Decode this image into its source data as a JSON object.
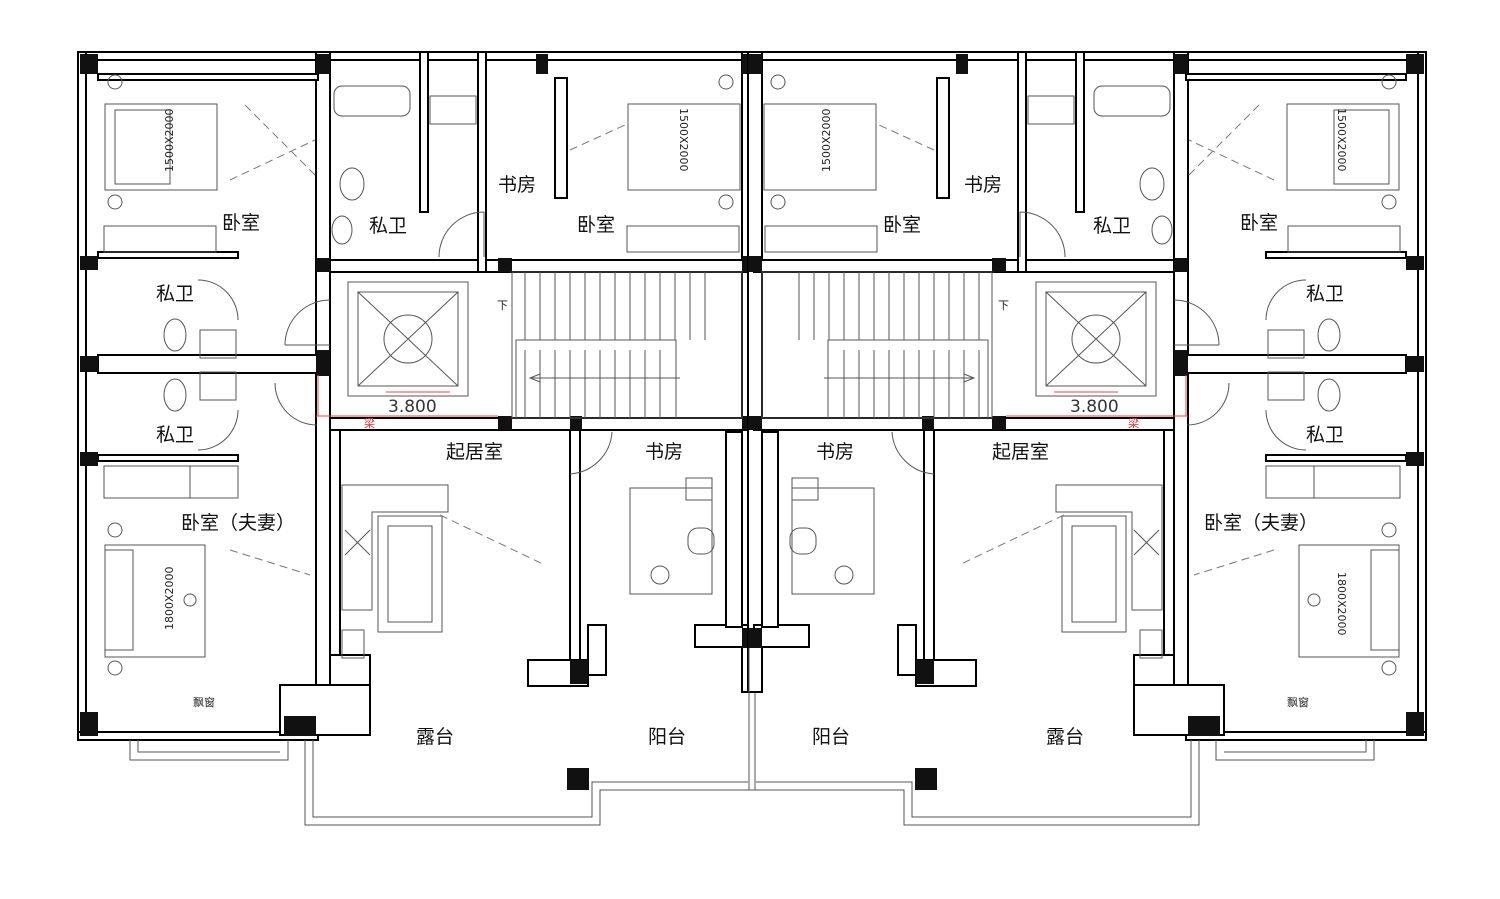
{
  "rooms": {
    "bedroom": "卧室",
    "private_bath": "私卫",
    "study": "书房",
    "living_room": "起居室",
    "master_bedroom": "卧室（夫妻）",
    "terrace": "露台",
    "balcony": "阳台",
    "bay_window": "飘窗"
  },
  "annotations": {
    "stair_down": "下",
    "level": "3.800",
    "beam": "梁",
    "bed_single": "1500X2000",
    "bed_double": "1800X2000"
  }
}
